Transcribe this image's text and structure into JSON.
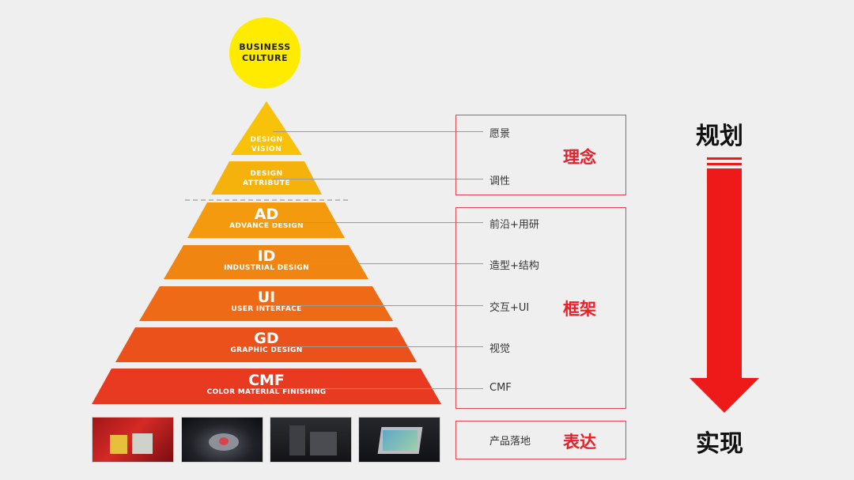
{
  "top_circle": {
    "line1": "BUSINESS",
    "line2": "CULTURE",
    "color": "#ffeb00"
  },
  "pyramid": {
    "layers": [
      {
        "id": "design-vision",
        "lines": [
          "DESIGN",
          "VISION"
        ],
        "color": "#f8c20a"
      },
      {
        "id": "design-attribute",
        "lines": [
          "DESIGN",
          "ATTRIBUTE"
        ],
        "color": "#f5b20c"
      },
      {
        "id": "ad",
        "abbr": "AD",
        "full": "ADVANCE DESIGN",
        "color": "#f39a0e"
      },
      {
        "id": "id",
        "abbr": "ID",
        "full": "INDUSTRIAL DESIGN",
        "color": "#f18512"
      },
      {
        "id": "ui",
        "abbr": "UI",
        "full": "USER INTERFACE",
        "color": "#ee6a17"
      },
      {
        "id": "gd",
        "abbr": "GD",
        "full": "GRAPHIC DESIGN",
        "color": "#eb521b"
      },
      {
        "id": "cmf",
        "abbr": "CMF",
        "full": "COLOR MATERIAL FINISHING",
        "color": "#e83a20"
      }
    ]
  },
  "groups": [
    {
      "id": "concept",
      "label": "理念",
      "items": [
        "愿景",
        "调性"
      ]
    },
    {
      "id": "framework",
      "label": "框架",
      "items": [
        "前沿+用研",
        "造型+结构",
        "交互+UI",
        "视觉",
        "CMF"
      ]
    },
    {
      "id": "expression",
      "label": "表达",
      "items": [
        "产品落地"
      ]
    }
  ],
  "side": {
    "top": "规划",
    "bottom": "实现",
    "arrow_color": "#ee1a1a"
  },
  "box_color": "#e0474c"
}
